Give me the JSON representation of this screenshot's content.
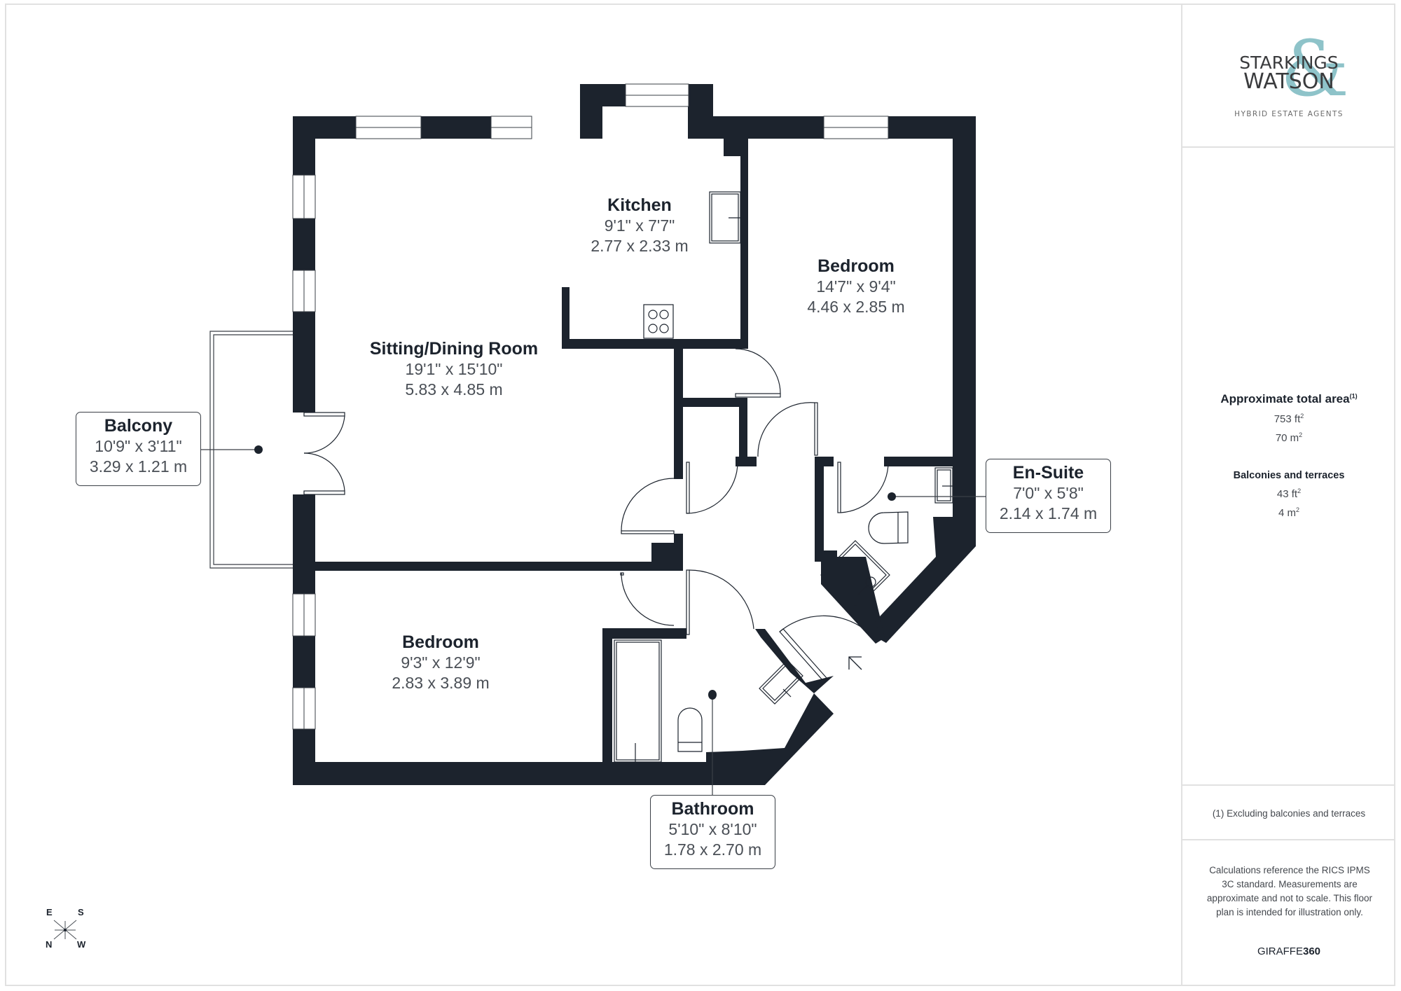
{
  "brand": {
    "logo_line1": "STARKINGS",
    "logo_line2": "WATSON",
    "logo_ampersand": "&",
    "tagline": "HYBRID ESTATE AGENTS",
    "accent_color": "#8ec3c9",
    "text_color": "#3a3b3d"
  },
  "colors": {
    "wall": "#1c232d",
    "line": "#1c232d",
    "frame": "#e1e1e1",
    "dimension_text": "#4a4f56"
  },
  "rooms": [
    {
      "id": "kitchen",
      "name": "Kitchen",
      "imperial": "9'1\" x 7'7\"",
      "metric": "2.77 x 2.33 m"
    },
    {
      "id": "bedroom_1",
      "name": "Bedroom",
      "imperial": "14'7\" x 9'4\"",
      "metric": "4.46 x 2.85 m"
    },
    {
      "id": "sitting_dining",
      "name": "Sitting/Dining Room",
      "imperial": "19'1\" x 15'10\"",
      "metric": "5.83 x 4.85 m"
    },
    {
      "id": "bedroom_2",
      "name": "Bedroom",
      "imperial": "9'3\" x 12'9\"",
      "metric": "2.83 x 3.89 m"
    }
  ],
  "callouts": [
    {
      "id": "balcony",
      "name": "Balcony",
      "imperial": "10'9\" x 3'11\"",
      "metric": "3.29 x 1.21 m"
    },
    {
      "id": "en_suite",
      "name": "En-Suite",
      "imperial": "7'0\" x 5'8\"",
      "metric": "2.14 x 1.74 m"
    },
    {
      "id": "bathroom",
      "name": "Bathroom",
      "imperial": "5'10\" x 8'10\"",
      "metric": "1.78 x 2.70 m"
    }
  ],
  "compass": {
    "top_left": "E",
    "top_right": "S",
    "bottom_left": "N",
    "bottom_right": "W"
  },
  "summary": {
    "total_area_title": "Approximate total area",
    "total_area_footnote": "(1)",
    "total_area_ft": "753 ft",
    "total_area_m": "70 m",
    "balconies_title": "Balconies and terraces",
    "balconies_ft": "43 ft",
    "balconies_m": "4 m",
    "squared": "2"
  },
  "footnote": "(1) Excluding balconies and terraces",
  "disclaimer": "Calculations reference the RICS IPMS 3C standard. Measurements are approximate and not to scale. This floor plan is intended for illustration only.",
  "provider": {
    "part1": "GIRAFFE",
    "part2": "360"
  }
}
